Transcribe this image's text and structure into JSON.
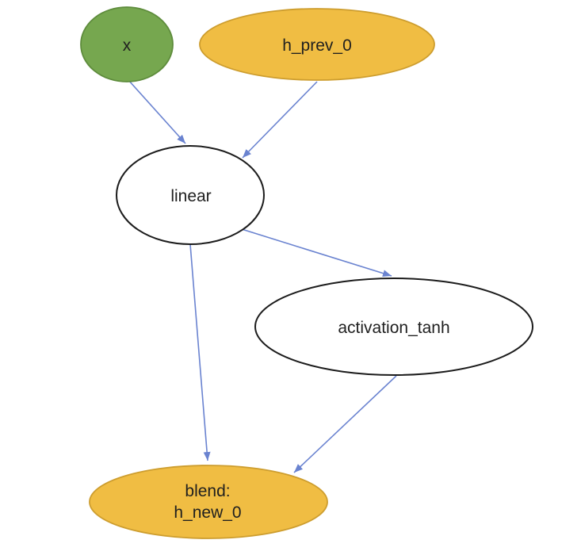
{
  "diagram": {
    "background_color": "#ffffff",
    "edge_color": "#6a83d0",
    "text_color": "#1f1f1f",
    "nodes": [
      {
        "id": "x",
        "label": "x",
        "shape": "ellipse",
        "fill": "#76a74f",
        "stroke": "#5e8c3c"
      },
      {
        "id": "h_prev_0",
        "label": "h_prev_0",
        "shape": "ellipse",
        "fill": "#f0bd43",
        "stroke": "#cd9d2e"
      },
      {
        "id": "linear",
        "label": "linear",
        "shape": "ellipse",
        "fill": "#ffffff",
        "stroke": "#1c1c1c"
      },
      {
        "id": "activation_tanh",
        "label": "activation_tanh",
        "shape": "ellipse",
        "fill": "#ffffff",
        "stroke": "#1c1c1c"
      },
      {
        "id": "blend_h_new_0",
        "label_lines": [
          "blend:",
          "h_new_0"
        ],
        "shape": "ellipse",
        "fill": "#f0bd43",
        "stroke": "#cd9d2e"
      }
    ],
    "edges": [
      {
        "id": "x-to-linear",
        "from": "x",
        "to": "linear"
      },
      {
        "id": "h_prev_0-to-linear",
        "from": "h_prev_0",
        "to": "linear"
      },
      {
        "id": "linear-to-activation_tanh",
        "from": "linear",
        "to": "activation_tanh"
      },
      {
        "id": "linear-to-blend_h_new_0",
        "from": "linear",
        "to": "blend_h_new_0"
      },
      {
        "id": "activation_tanh-to-blend_h_new_0",
        "from": "activation_tanh",
        "to": "blend_h_new_0"
      }
    ]
  }
}
